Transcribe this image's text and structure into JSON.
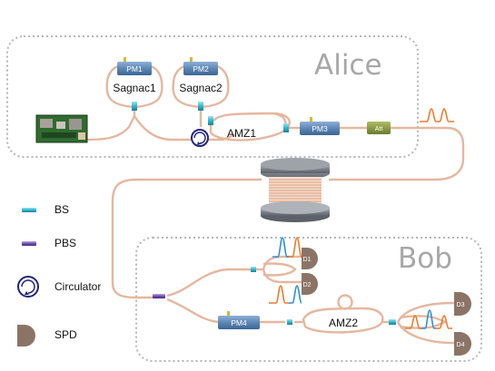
{
  "regions": {
    "alice": "Alice",
    "bob": "Bob"
  },
  "components": {
    "pm1": "PM1",
    "pm2": "PM2",
    "pm3": "PM3",
    "pm4": "PM4",
    "sagnac1": "Sagnac1",
    "sagnac2": "Sagnac2",
    "amz1": "AMZ1",
    "amz2": "AMZ2",
    "att": "Att",
    "d1": "D1",
    "d2": "D2",
    "d3": "D3",
    "d4": "D4"
  },
  "legend": {
    "bs": "BS",
    "pbs": "PBS",
    "circulator": "Circulator",
    "spd": "SPD"
  },
  "colors": {
    "fiber": "#e4b79f",
    "pulse_orange": "#ec7a2c",
    "pulse_blue": "#2b8fd8",
    "modulator": "#5d87b6",
    "attenuator": "#8b9a3f",
    "detector": "#8b7466",
    "bs": "#2fb8cf",
    "pbs": "#6e4fa8",
    "circulator": "#23247a"
  }
}
